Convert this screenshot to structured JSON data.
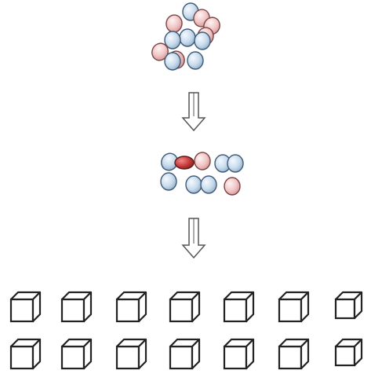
{
  "diagram": {
    "type": "process-flow",
    "colors": {
      "blue_ball_fill": "#c9dcec",
      "blue_ball_stroke": "#3f5a78",
      "pink_ball_fill": "#f1c6c6",
      "pink_ball_stroke": "#7a4545",
      "dark_red_ball_fill": "#c83c3c",
      "dark_red_ball_stroke": "#5a1b1b",
      "arrow_fill": "#ffffff",
      "arrow_stroke": "#555555",
      "cube_fill": "#ffffff",
      "cube_stroke": "#222222",
      "background": "#ffffff"
    },
    "stages": [
      {
        "name": "clustered-particles",
        "particles": [
          {
            "color": "blue"
          },
          {
            "color": "pink"
          },
          {
            "color": "pink"
          },
          {
            "color": "pink"
          },
          {
            "color": "blue"
          },
          {
            "color": "blue"
          },
          {
            "color": "pink"
          },
          {
            "color": "blue"
          },
          {
            "color": "pink"
          },
          {
            "color": "pink"
          },
          {
            "color": "blue"
          },
          {
            "color": "blue"
          }
        ]
      },
      {
        "name": "arranged-particles",
        "particles": [
          {
            "color": "blue"
          },
          {
            "color": "dark-red"
          },
          {
            "color": "pink"
          },
          {
            "color": "blue"
          },
          {
            "color": "blue"
          },
          {
            "color": "blue"
          },
          {
            "color": "blue"
          },
          {
            "color": "blue"
          },
          {
            "color": "pink"
          }
        ]
      },
      {
        "name": "cube-grid",
        "rows": 2,
        "cols": 7,
        "cube_icon": "cube-icon"
      }
    ],
    "arrows": [
      {
        "icon": "down-arrow-icon"
      },
      {
        "icon": "down-arrow-icon"
      }
    ]
  }
}
